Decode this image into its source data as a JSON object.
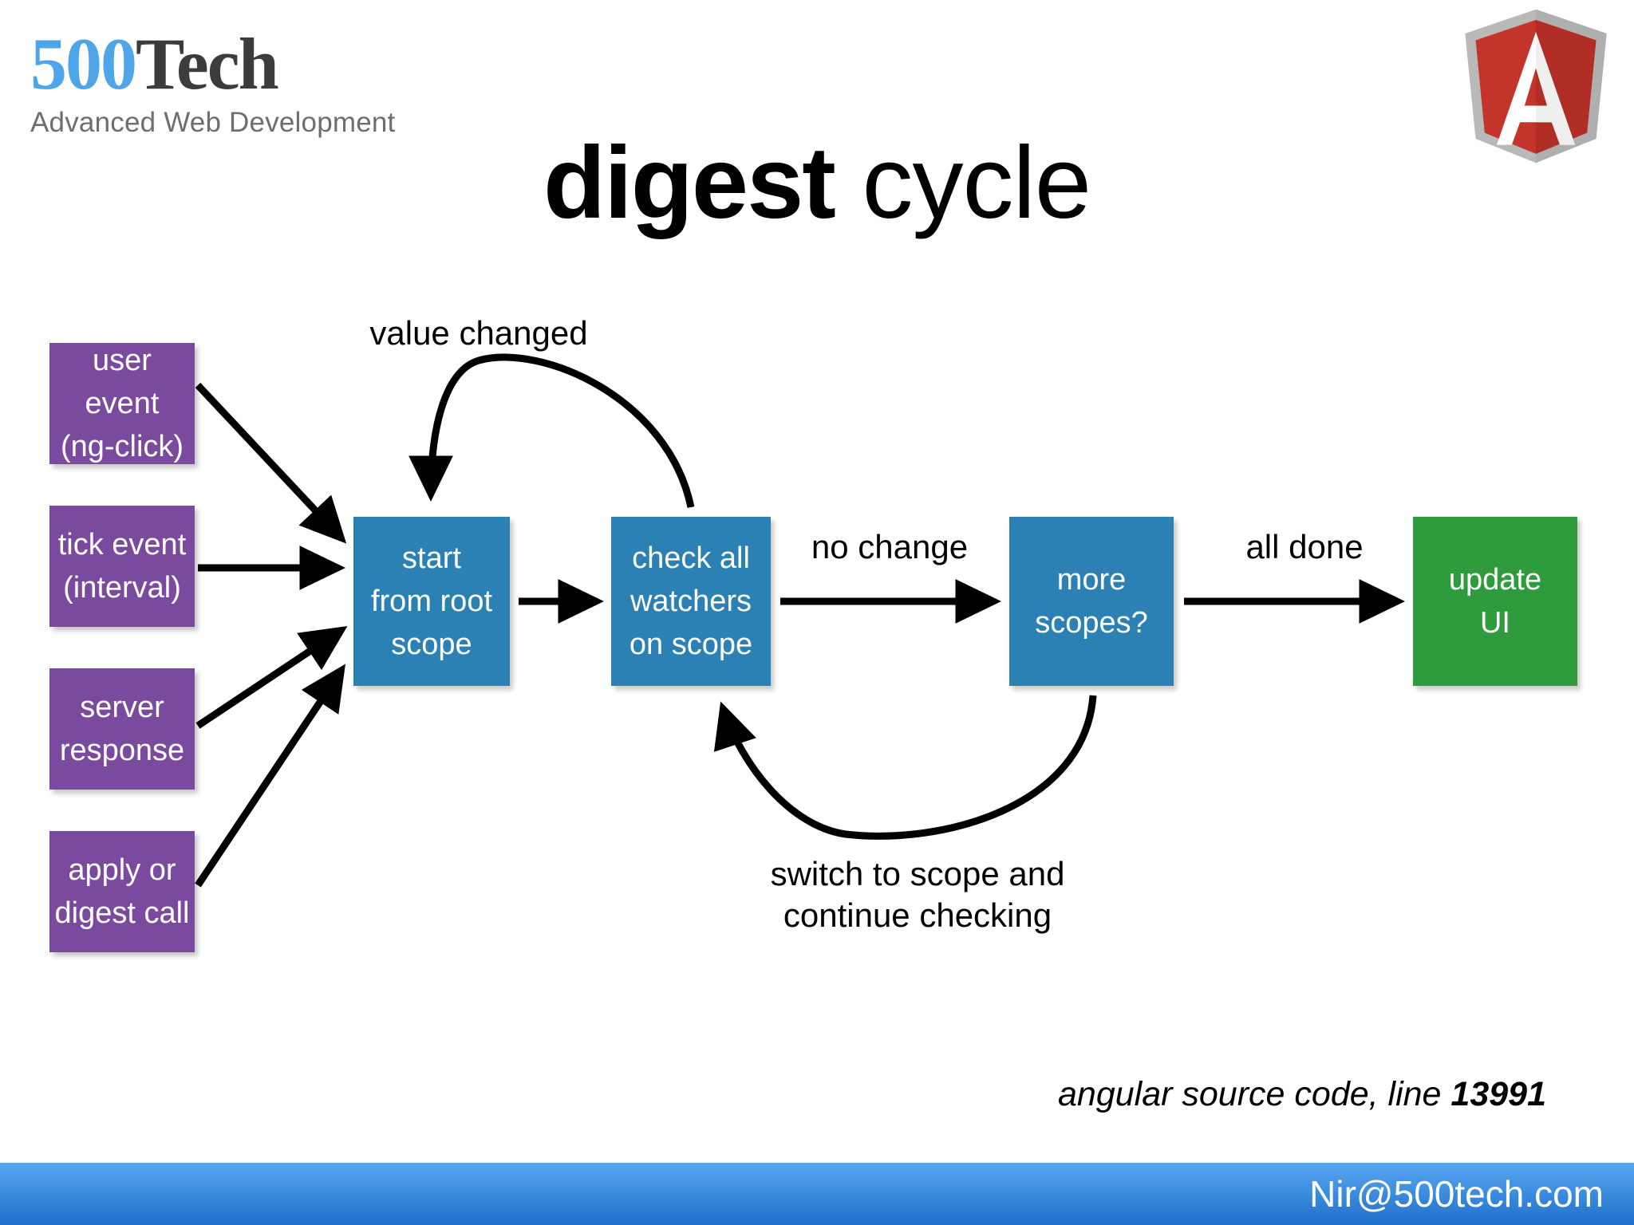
{
  "brand": {
    "logo_num": "500",
    "logo_word": "Tech",
    "tagline": "Advanced Web Development",
    "angular_logo_letter": "A",
    "angular_icon_name": "angularjs-shield-icon"
  },
  "title": {
    "strong": "digest",
    "light": " cycle"
  },
  "diagram": {
    "triggers": [
      {
        "id": "user-event",
        "line1": "user event",
        "line2": "(ng-click)"
      },
      {
        "id": "tick-event",
        "line1": "tick event",
        "line2": "(interval)"
      },
      {
        "id": "server-resp",
        "line1": "server",
        "line2": "response"
      },
      {
        "id": "apply-digest",
        "line1": "apply or",
        "line2": "digest call"
      }
    ],
    "steps": [
      {
        "id": "start-root",
        "line1": "start",
        "line2": "from root",
        "line3": "scope"
      },
      {
        "id": "check-watchers",
        "line1": "check all",
        "line2": "watchers",
        "line3": "on scope"
      },
      {
        "id": "more-scopes",
        "line1": "more",
        "line2": "scopes?",
        "line3": ""
      },
      {
        "id": "update-ui",
        "line1": "update",
        "line2": "UI",
        "line3": ""
      }
    ],
    "edge_labels": {
      "value_changed": "value changed",
      "no_change": "no change",
      "all_done": "all done",
      "switch_scope_line1": "switch to scope and",
      "switch_scope_line2": "continue checking"
    }
  },
  "footer": {
    "source_note_text": "angular source code, line ",
    "source_note_line": "13991",
    "email": "Nir@500tech.com"
  },
  "colors": {
    "purple": "#7A4A9E",
    "blue": "#2B80B4",
    "green": "#2E9B3D",
    "logo_blue": "#4EA5E8",
    "logo_dark": "#3C3C3C",
    "bar_blue": "#3E8FE0",
    "angular_red": "#B52E28",
    "angular_gray": "#B3B3B3"
  }
}
